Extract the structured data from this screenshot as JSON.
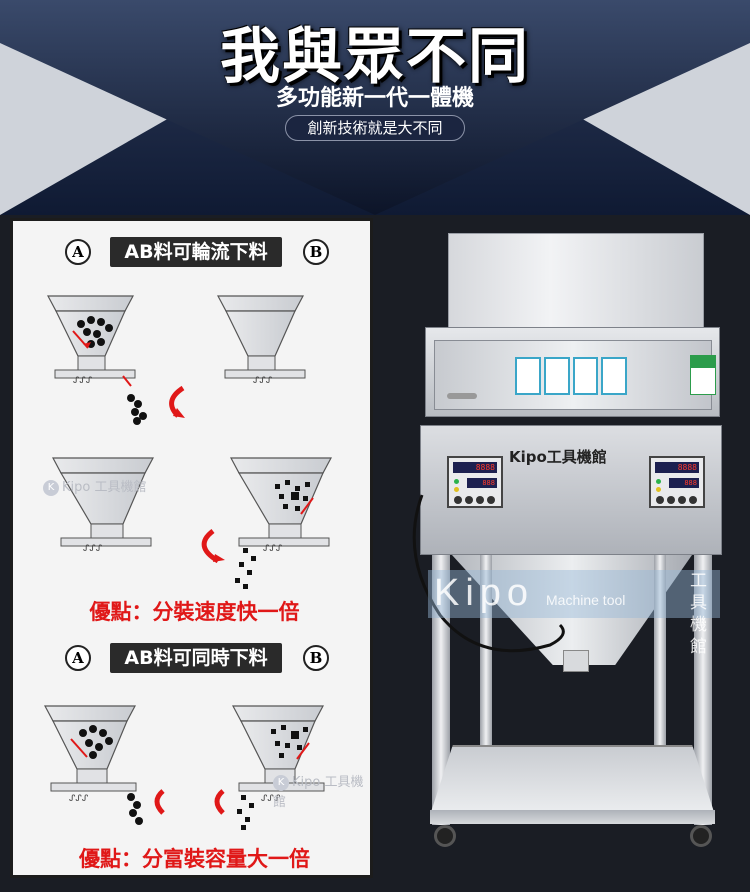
{
  "header": {
    "title": "我與眾不同",
    "subtitle": "多功能新一代一體機",
    "badge": "創新技術就是大不同"
  },
  "section1": {
    "label_a": "A",
    "pill": "AB料可輪流下料",
    "label_b": "B",
    "watermark": "Kipo 工具機館",
    "advantage": "優點：分裝速度快一倍"
  },
  "section2": {
    "label_a": "A",
    "pill": "AB料可同時下料",
    "label_b": "B",
    "watermark": "Kipo 工具機館",
    "advantage": "優點：分富裝容量大一倍"
  },
  "machine": {
    "brand": "Kipo工具機館",
    "display_left": "8888",
    "display_right": "8888",
    "display_small": "888",
    "watermark_logo": "Kipo",
    "watermark_text": "Machine tool",
    "watermark_cn": "工具機館"
  },
  "colors": {
    "accent_red": "#e01818",
    "pill_bg": "#2a2a2a"
  }
}
